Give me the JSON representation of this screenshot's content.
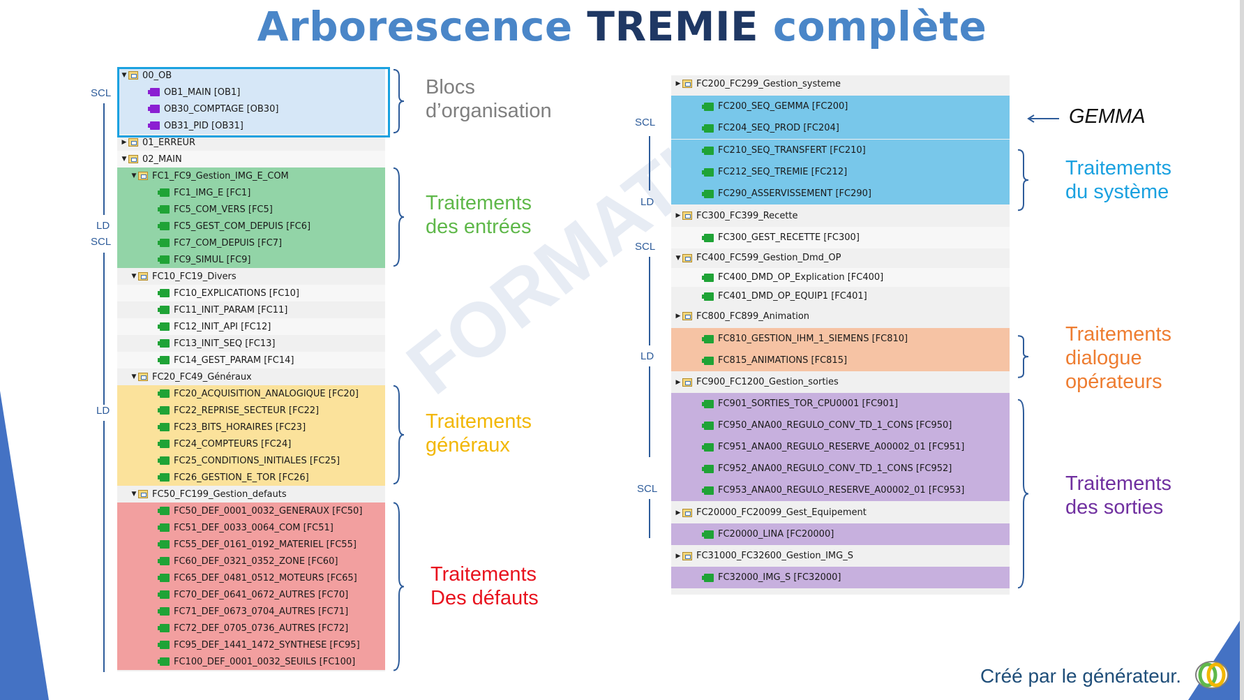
{
  "title": {
    "part1": "Arbo",
    "part2": "rescence ",
    "part3": "TREMIE",
    "part4": " complète"
  },
  "watermark": "FORMATION",
  "footer": "Créé par le générateur.",
  "colors": {
    "title_dark": "#1f3864",
    "title_light": "#4a86c8",
    "green": "#92d4a7",
    "yellow": "#fbe29b",
    "red": "#f29f9f",
    "blue": "#78c7ea",
    "orange": "#f6c3a4",
    "purple": "#c7b0de",
    "ann_grey": "#7f7f7f",
    "ann_green": "#5fb84a",
    "ann_yellow": "#f2b705",
    "ann_red": "#e8121e",
    "ann_blue": "#1aa1e0",
    "ann_orange": "#ee7d31",
    "ann_purple": "#7030a0"
  },
  "left_tree": [
    {
      "label": "00_OB",
      "type": "folder",
      "indent": 0,
      "expand": "open",
      "band": "sel"
    },
    {
      "label": "OB1_MAIN [OB1]",
      "type": "ob",
      "indent": 2,
      "band": "sel"
    },
    {
      "label": "OB30_COMPTAGE [OB30]",
      "type": "ob",
      "indent": 2,
      "band": "sel"
    },
    {
      "label": "OB31_PID [OB31]",
      "type": "ob",
      "indent": 2,
      "band": "sel"
    },
    {
      "label": "01_ERREUR",
      "type": "folder",
      "indent": 0,
      "expand": "closed",
      "band": ""
    },
    {
      "label": "02_MAIN",
      "type": "folder",
      "indent": 0,
      "expand": "open",
      "band": "alt"
    },
    {
      "label": "FC1_FC9_Gestion_IMG_E_COM",
      "type": "folder",
      "indent": 1,
      "expand": "open",
      "band": "green"
    },
    {
      "label": "FC1_IMG_E [FC1]",
      "type": "fc",
      "indent": 3,
      "band": "green"
    },
    {
      "label": "FC5_COM_VERS [FC5]",
      "type": "fc",
      "indent": 3,
      "band": "green"
    },
    {
      "label": "FC5_GEST_COM_DEPUIS [FC6]",
      "type": "fc",
      "indent": 3,
      "band": "green"
    },
    {
      "label": "FC7_COM_DEPUIS [FC7]",
      "type": "fc",
      "indent": 3,
      "band": "green"
    },
    {
      "label": "FC9_SIMUL [FC9]",
      "type": "fc",
      "indent": 3,
      "band": "green"
    },
    {
      "label": "FC10_FC19_Divers",
      "type": "folder",
      "indent": 1,
      "expand": "open",
      "band": ""
    },
    {
      "label": "FC10_EXPLICATIONS [FC10]",
      "type": "fc",
      "indent": 3,
      "band": "alt"
    },
    {
      "label": "FC11_INIT_PARAM [FC11]",
      "type": "fc",
      "indent": 3,
      "band": ""
    },
    {
      "label": "FC12_INIT_API [FC12]",
      "type": "fc",
      "indent": 3,
      "band": "alt"
    },
    {
      "label": "FC13_INIT_SEQ [FC13]",
      "type": "fc",
      "indent": 3,
      "band": ""
    },
    {
      "label": "FC14_GEST_PARAM [FC14]",
      "type": "fc",
      "indent": 3,
      "band": "alt"
    },
    {
      "label": "FC20_FC49_Généraux",
      "type": "folder",
      "indent": 1,
      "expand": "open",
      "band": ""
    },
    {
      "label": "FC20_ACQUISITION_ANALOGIQUE [FC20]",
      "type": "fc",
      "indent": 3,
      "band": "yellow"
    },
    {
      "label": "FC22_REPRISE_SECTEUR [FC22]",
      "type": "fc",
      "indent": 3,
      "band": "yellow"
    },
    {
      "label": "FC23_BITS_HORAIRES [FC23]",
      "type": "fc",
      "indent": 3,
      "band": "yellow"
    },
    {
      "label": "FC24_COMPTEURS [FC24]",
      "type": "fc",
      "indent": 3,
      "band": "yellow"
    },
    {
      "label": "FC25_CONDITIONS_INITIALES [FC25]",
      "type": "fc",
      "indent": 3,
      "band": "yellow"
    },
    {
      "label": "FC26_GESTION_E_TOR [FC26]",
      "type": "fc",
      "indent": 3,
      "band": "yellow"
    },
    {
      "label": "FC50_FC199_Gestion_defauts",
      "type": "folder",
      "indent": 1,
      "expand": "open",
      "band": ""
    },
    {
      "label": "FC50_DEF_0001_0032_GENERAUX [FC50]",
      "type": "fc",
      "indent": 3,
      "band": "red"
    },
    {
      "label": "FC51_DEF_0033_0064_COM [FC51]",
      "type": "fc",
      "indent": 3,
      "band": "red"
    },
    {
      "label": "FC55_DEF_0161_0192_MATERIEL [FC55]",
      "type": "fc",
      "indent": 3,
      "band": "red"
    },
    {
      "label": "FC60_DEF_0321_0352_ZONE [FC60]",
      "type": "fc",
      "indent": 3,
      "band": "red"
    },
    {
      "label": "FC65_DEF_0481_0512_MOTEURS [FC65]",
      "type": "fc",
      "indent": 3,
      "band": "red"
    },
    {
      "label": "FC70_DEF_0641_0672_AUTRES [FC70]",
      "type": "fc",
      "indent": 3,
      "band": "red"
    },
    {
      "label": "FC71_DEF_0673_0704_AUTRES [FC71]",
      "type": "fc",
      "indent": 3,
      "band": "red"
    },
    {
      "label": "FC72_DEF_0705_0736_AUTRES [FC72]",
      "type": "fc",
      "indent": 3,
      "band": "red"
    },
    {
      "label": "FC95_DEF_1441_1472_SYNTHESE [FC95]",
      "type": "fc",
      "indent": 3,
      "band": "red"
    },
    {
      "label": "FC100_DEF_0001_0032_SEUILS [FC100]",
      "type": "fc",
      "indent": 3,
      "band": "red"
    }
  ],
  "right_tree": [
    {
      "label": "FC200_FC299_Gestion_systeme",
      "type": "folder",
      "indent": 0,
      "expand": "closed",
      "band": ""
    },
    {
      "label": "FC200_SEQ_GEMMA [FC200]",
      "type": "fc",
      "indent": 2,
      "band": "blue"
    },
    {
      "label": "FC204_SEQ_PROD [FC204]",
      "type": "fc",
      "indent": 2,
      "band": "blue"
    },
    {
      "label": "FC210_SEQ_TRANSFERT [FC210]",
      "type": "fc",
      "indent": 2,
      "band": "blue"
    },
    {
      "label": "FC212_SEQ_TREMIE [FC212]",
      "type": "fc",
      "indent": 2,
      "band": "blue"
    },
    {
      "label": "FC290_ASSERVISSEMENT [FC290]",
      "type": "fc",
      "indent": 2,
      "band": "blue"
    },
    {
      "label": "FC300_FC399_Recette",
      "type": "folder",
      "indent": 0,
      "expand": "closed",
      "band": ""
    },
    {
      "label": "FC300_GEST_RECETTE [FC300]",
      "type": "fc",
      "indent": 2,
      "band": "alt"
    },
    {
      "label": "FC400_FC599_Gestion_Dmd_OP",
      "type": "folder",
      "indent": 0,
      "expand": "open",
      "band": ""
    },
    {
      "label": "FC400_DMD_OP_Explication [FC400]",
      "type": "fc",
      "indent": 2,
      "band": "alt"
    },
    {
      "label": "FC401_DMD_OP_EQUIP1 [FC401]",
      "type": "fc",
      "indent": 2,
      "band": ""
    },
    {
      "label": "FC800_FC899_Animation",
      "type": "folder",
      "indent": 0,
      "expand": "closed",
      "band": ""
    },
    {
      "label": "FC810_GESTION_IHM_1_SIEMENS [FC810]",
      "type": "fc",
      "indent": 2,
      "band": "orange"
    },
    {
      "label": "FC815_ANIMATIONS [FC815]",
      "type": "fc",
      "indent": 2,
      "band": "orange"
    },
    {
      "label": "FC900_FC1200_Gestion_sorties",
      "type": "folder",
      "indent": 0,
      "expand": "closed",
      "band": ""
    },
    {
      "label": "FC901_SORTIES_TOR_CPU0001 [FC901]",
      "type": "fc",
      "indent": 2,
      "band": "purple"
    },
    {
      "label": "FC950_ANA00_REGULO_CONV_TD_1_CONS [FC950]",
      "type": "fc",
      "indent": 2,
      "band": "purple"
    },
    {
      "label": "FC951_ANA00_REGULO_RESERVE_A00002_01 [FC951]",
      "type": "fc",
      "indent": 2,
      "band": "purple"
    },
    {
      "label": "FC952_ANA00_REGULO_CONV_TD_1_CONS [FC952]",
      "type": "fc",
      "indent": 2,
      "band": "purple"
    },
    {
      "label": "FC953_ANA00_REGULO_RESERVE_A00002_01 [FC953]",
      "type": "fc",
      "indent": 2,
      "band": "purple"
    },
    {
      "label": "FC20000_FC20099_Gest_Equipement",
      "type": "folder",
      "indent": 0,
      "expand": "closed",
      "band": ""
    },
    {
      "label": "FC20000_LINA [FC20000]",
      "type": "fc",
      "indent": 2,
      "band": "purple"
    },
    {
      "label": "FC31000_FC32600_Gestion_IMG_S",
      "type": "folder",
      "indent": 0,
      "expand": "closed",
      "band": ""
    },
    {
      "label": "FC32000_IMG_S [FC32000]",
      "type": "fc",
      "indent": 2,
      "band": "purple"
    }
  ],
  "annotations": {
    "blocs": {
      "line1": "Blocs",
      "line2": "d’organisation"
    },
    "entrees": {
      "line1": "Traitements",
      "line2": "des entrées"
    },
    "generaux": {
      "line1": "Traitements",
      "line2": "généraux"
    },
    "defauts": {
      "line1": "Traitements",
      "line2": "Des défauts"
    },
    "gemma": "GEMMA",
    "systeme": {
      "line1": "Traitements",
      "line2": "du système"
    },
    "dialogue": {
      "line1": "Traitements",
      "line2": "dialogue",
      "line3": "opérateurs"
    },
    "sorties": {
      "line1": "Traitements",
      "line2": "des sorties"
    }
  },
  "languages": {
    "scl": "SCL",
    "ld": "LD"
  }
}
